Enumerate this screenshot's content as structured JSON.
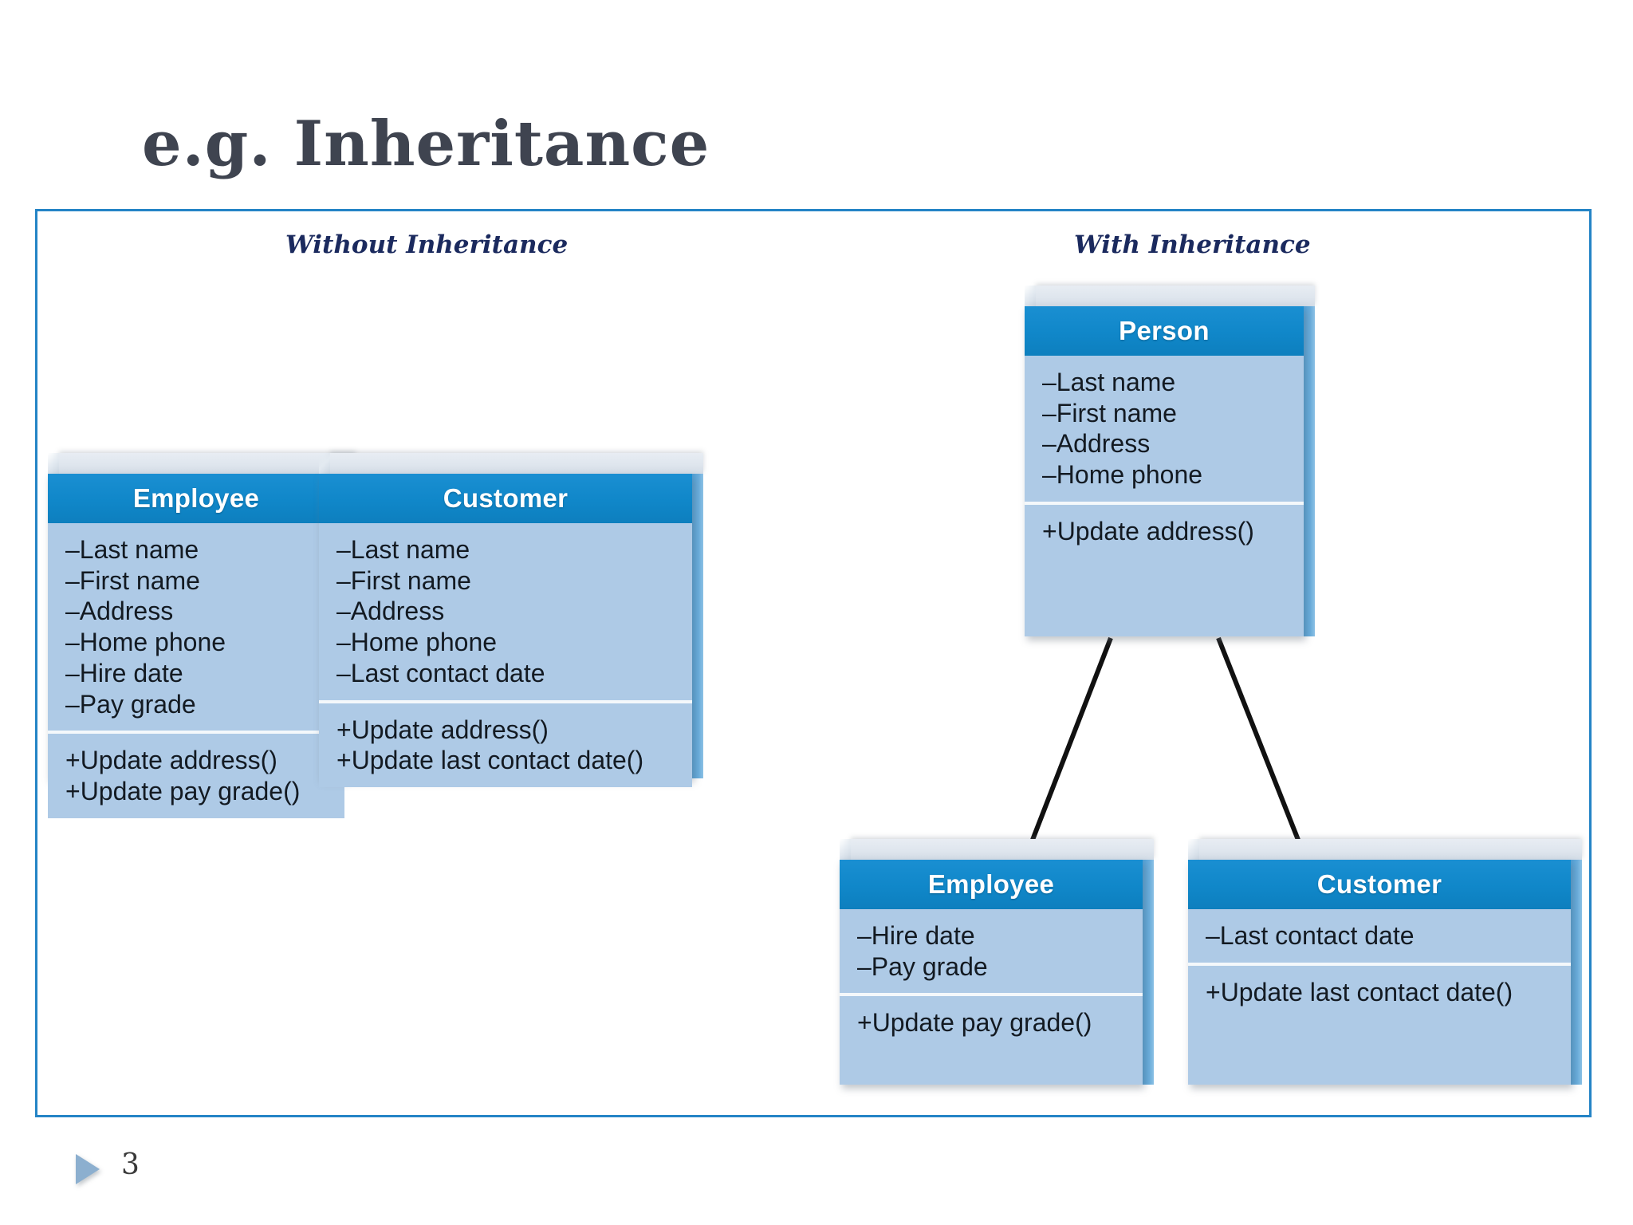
{
  "slide": {
    "title": "e.g. Inheritance",
    "page_number": "3",
    "marker_icon": "play-triangle-icon",
    "frame_border_color": "#2484c6"
  },
  "headings": {
    "without": "Without Inheritance",
    "with": "With Inheritance"
  },
  "colors": {
    "header_blue": "#1087c9",
    "body_blue": "#aecae6",
    "side_blue": "#6aaedd",
    "top_gray": "#dfe6ee",
    "title_text": "#3f4450",
    "heading_text": "#1b2a5e",
    "member_text": "#131a22",
    "connector_line": "#111111",
    "marker_fill": "#8cafcf"
  },
  "without_inheritance": {
    "classes": [
      {
        "name": "Employee",
        "attributes": [
          "–Last name",
          "–First name",
          "–Address",
          "–Home phone",
          "–Hire date",
          "–Pay grade"
        ],
        "methods": [
          "+Update address()",
          "+Update pay grade()"
        ]
      },
      {
        "name": "Customer",
        "attributes": [
          "–Last name",
          "–First name",
          "–Address",
          "–Home phone",
          "–Last contact date"
        ],
        "methods": [
          "+Update address()",
          "+Update last contact date()"
        ]
      }
    ]
  },
  "with_inheritance": {
    "superclass": {
      "name": "Person",
      "attributes": [
        "–Last name",
        "–First name",
        "–Address",
        "–Home phone"
      ],
      "methods": [
        "+Update address()"
      ]
    },
    "subclasses": [
      {
        "name": "Employee",
        "attributes": [
          "–Hire date",
          "–Pay grade"
        ],
        "methods": [
          "+Update pay grade()"
        ]
      },
      {
        "name": "Customer",
        "attributes": [
          "–Last contact date"
        ],
        "methods": [
          "+Update last contact date()"
        ]
      }
    ],
    "relationships": [
      {
        "from": "Person",
        "to": "Employee",
        "type": "generalization"
      },
      {
        "from": "Person",
        "to": "Customer",
        "type": "generalization"
      }
    ]
  }
}
